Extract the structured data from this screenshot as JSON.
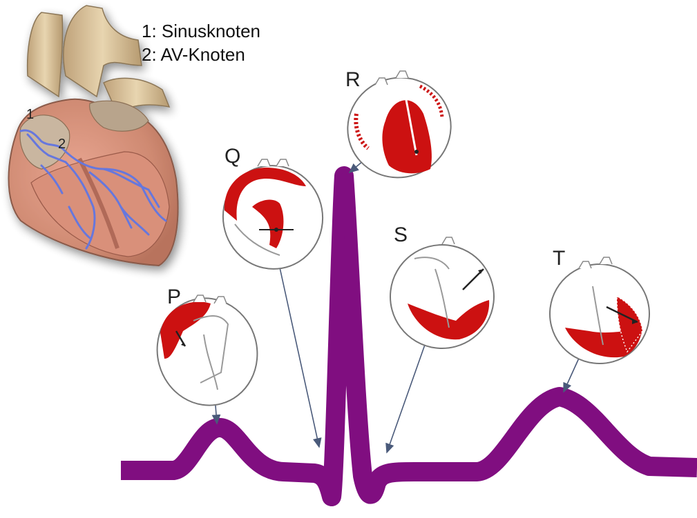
{
  "legend": {
    "items": [
      "1: Sinusknoten",
      "2: AV-Knoten"
    ]
  },
  "heart_markers": [
    "1",
    "2"
  ],
  "waves": [
    {
      "label": "P"
    },
    {
      "label": "Q"
    },
    {
      "label": "R"
    },
    {
      "label": "S"
    },
    {
      "label": "T"
    }
  ],
  "colors": {
    "ecg_trace": "#800e80",
    "depolarized": "#cc1111",
    "conduction_system": "#6677dd",
    "heart_muscle": "#d68c78",
    "heart_outline": "#7a7a7a"
  }
}
